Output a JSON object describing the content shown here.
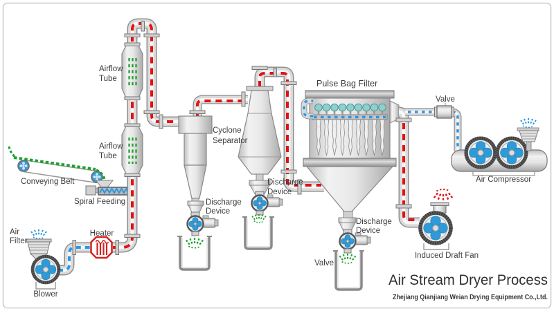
{
  "diagram": {
    "title": "Air Stream Dryer Process",
    "subtitle": "Zhejiang Qianjiang Weian Drying Equipment Co.,Ltd.",
    "labels": {
      "airflow_tube_upper": [
        "Airflow",
        "Tube"
      ],
      "airflow_tube_lower": [
        "Airflow",
        "Tube"
      ],
      "conveying_belt": "Conveying Belt",
      "spiral_feeding": "Spiral Feeding",
      "air_filter": [
        "Air",
        "Filter"
      ],
      "heater": "Heater",
      "blower": "Blower",
      "cyclone_separator": [
        "Cyclone",
        "Separator"
      ],
      "discharge_cyclone": [
        "Discharge",
        "Device"
      ],
      "discharge_expansion": [
        "Discharge",
        "Device"
      ],
      "discharge_bag_filter": [
        "Discharge",
        "Device"
      ],
      "pulse_bag_filter": "Pulse Bag Filter",
      "valve_air_line": "Valve",
      "valve_bag_filter": "Valve",
      "air_compressor": "Air Compressor",
      "induced_draft_fan": "Induced Draft Fan"
    },
    "colors": {
      "hot_air_flow": "#e11212",
      "cold_air_flow": "#2e96e3",
      "material_flow": "#1fa02f",
      "fan_blade_blue": "#2f9ad8",
      "bag_cap_teal": "#8fcfce",
      "heater_red": "#d32222",
      "label_text": "#3c3c3c",
      "title_text": "#303030"
    }
  }
}
